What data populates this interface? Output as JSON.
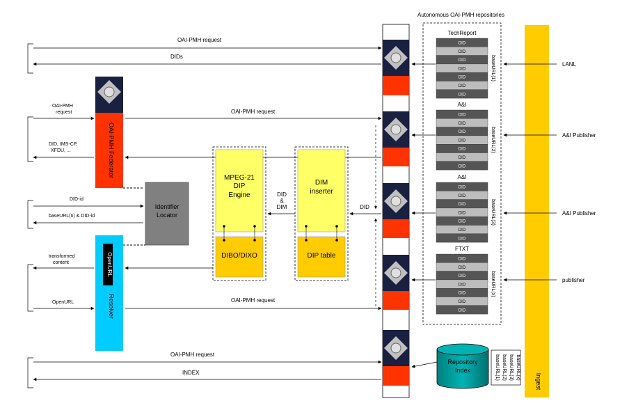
{
  "repositories_header": "Autonomous  OAI-PMH repositories",
  "left_flows": {
    "oai_pmh_request_top": "OAI-PMH request",
    "dids_top": "DIDs",
    "oai_pmh_request_small_1": "OAI-PMH",
    "oai_pmh_request_small_2": "request",
    "did_ims_1": "DID, IMS-CP,",
    "did_ims_2": "XFDU, ...",
    "did_id": "DID-id",
    "baseurl_did_id": "baseURL(n) & DID-id",
    "transformed_1": "transformed",
    "transformed_2": "content",
    "openurl": "OpenURL",
    "oai_pmh_request_bottom": "OAI-PMH request",
    "index": "INDEX"
  },
  "mid_flows": {
    "oai_pmh_request_1": "OAI-PMH request",
    "oai_pmh_request_2": "OAI-PMH request",
    "did_dim_1": "DID",
    "did_dim_2": "&",
    "did_dim_3": "DIM",
    "did": "DID"
  },
  "components": {
    "federator": "OAI-PMH Federator",
    "resolver": "Resolver",
    "openurl_label": "OpenURL",
    "identifier_locator_1": "Identifier",
    "identifier_locator_2": "Locator",
    "mpeg_1": "MPEG-21",
    "mpeg_2": "DIP",
    "mpeg_3": "Engine",
    "dibo": "DIBO/DIXO",
    "dim_1": "DIM",
    "dim_2": "inserter",
    "dip_table": "DIP table",
    "repo_index_1": "Repository",
    "repo_index_2": "Index",
    "ingest": "Ingest"
  },
  "repositories": [
    {
      "title": "TechReport",
      "baseurl": "baseURL(1)",
      "source": "LANL"
    },
    {
      "title": "A&I",
      "baseurl": "baseURL(2)",
      "source": "A&I Publisher"
    },
    {
      "title": "A&I",
      "baseurl": "baseURL(3)",
      "source": "A&I Publisher"
    },
    {
      "title": "FTXT",
      "baseurl": "baseURL(x)",
      "source": "publisher"
    }
  ],
  "did_label": "DID",
  "index_baseurls": [
    "baseURL(1)",
    "baseURL(2)",
    "baseURL(3)",
    "baseURL(x)"
  ],
  "colors": {
    "red": "#ff3300",
    "navy": "#1a2040",
    "yellow_light": "#ffff66",
    "yellow_dark": "#ffcc00",
    "cyan": "#00ccff",
    "teal": "#009999",
    "grey": "#808080",
    "ingest": "#ffcc00"
  }
}
